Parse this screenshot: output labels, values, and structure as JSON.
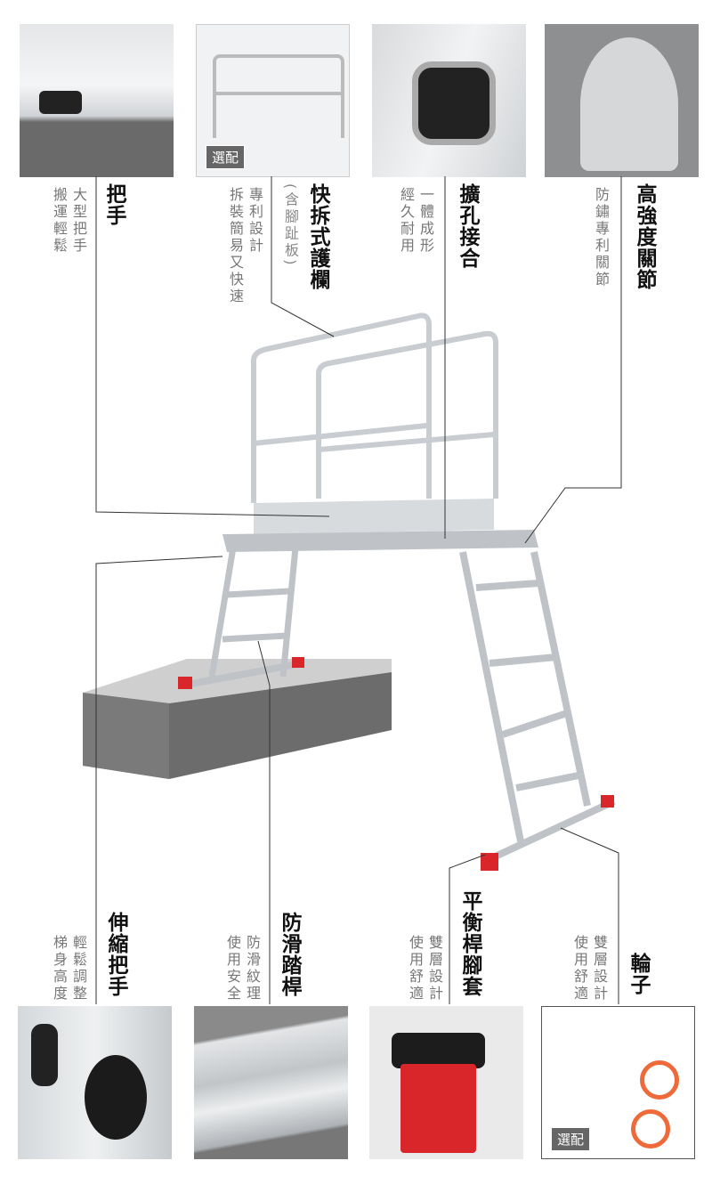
{
  "top_features": [
    {
      "title": "把手",
      "desc": [
        "大型把手",
        "搬運輕鬆"
      ]
    },
    {
      "title": "快拆式護欄",
      "subtitle": "(含腳趾板)",
      "desc": [
        "專利設計",
        "拆裝簡易又快速"
      ],
      "badge": "選配"
    },
    {
      "title": "擴孔接合",
      "desc": [
        "一體成形",
        "經久耐用"
      ]
    },
    {
      "title": "高強度關節",
      "desc": [
        "防鏽專利關節"
      ]
    }
  ],
  "bottom_features": [
    {
      "title": "伸縮把手",
      "desc": [
        "輕鬆調整",
        "梯身高度"
      ]
    },
    {
      "title": "防滑踏桿",
      "desc": [
        "防滑紋理",
        "使用安全"
      ]
    },
    {
      "title": "平衡桿腳套",
      "desc": [
        "雙層設計",
        "使用舒適"
      ]
    },
    {
      "title": "輪子",
      "desc": [
        "雙層設計",
        "使用舒適"
      ],
      "badge": "選配"
    }
  ],
  "colors": {
    "accent_red": "#d9262b",
    "aluminum": "#c8ccd0",
    "dark": "#555555"
  }
}
